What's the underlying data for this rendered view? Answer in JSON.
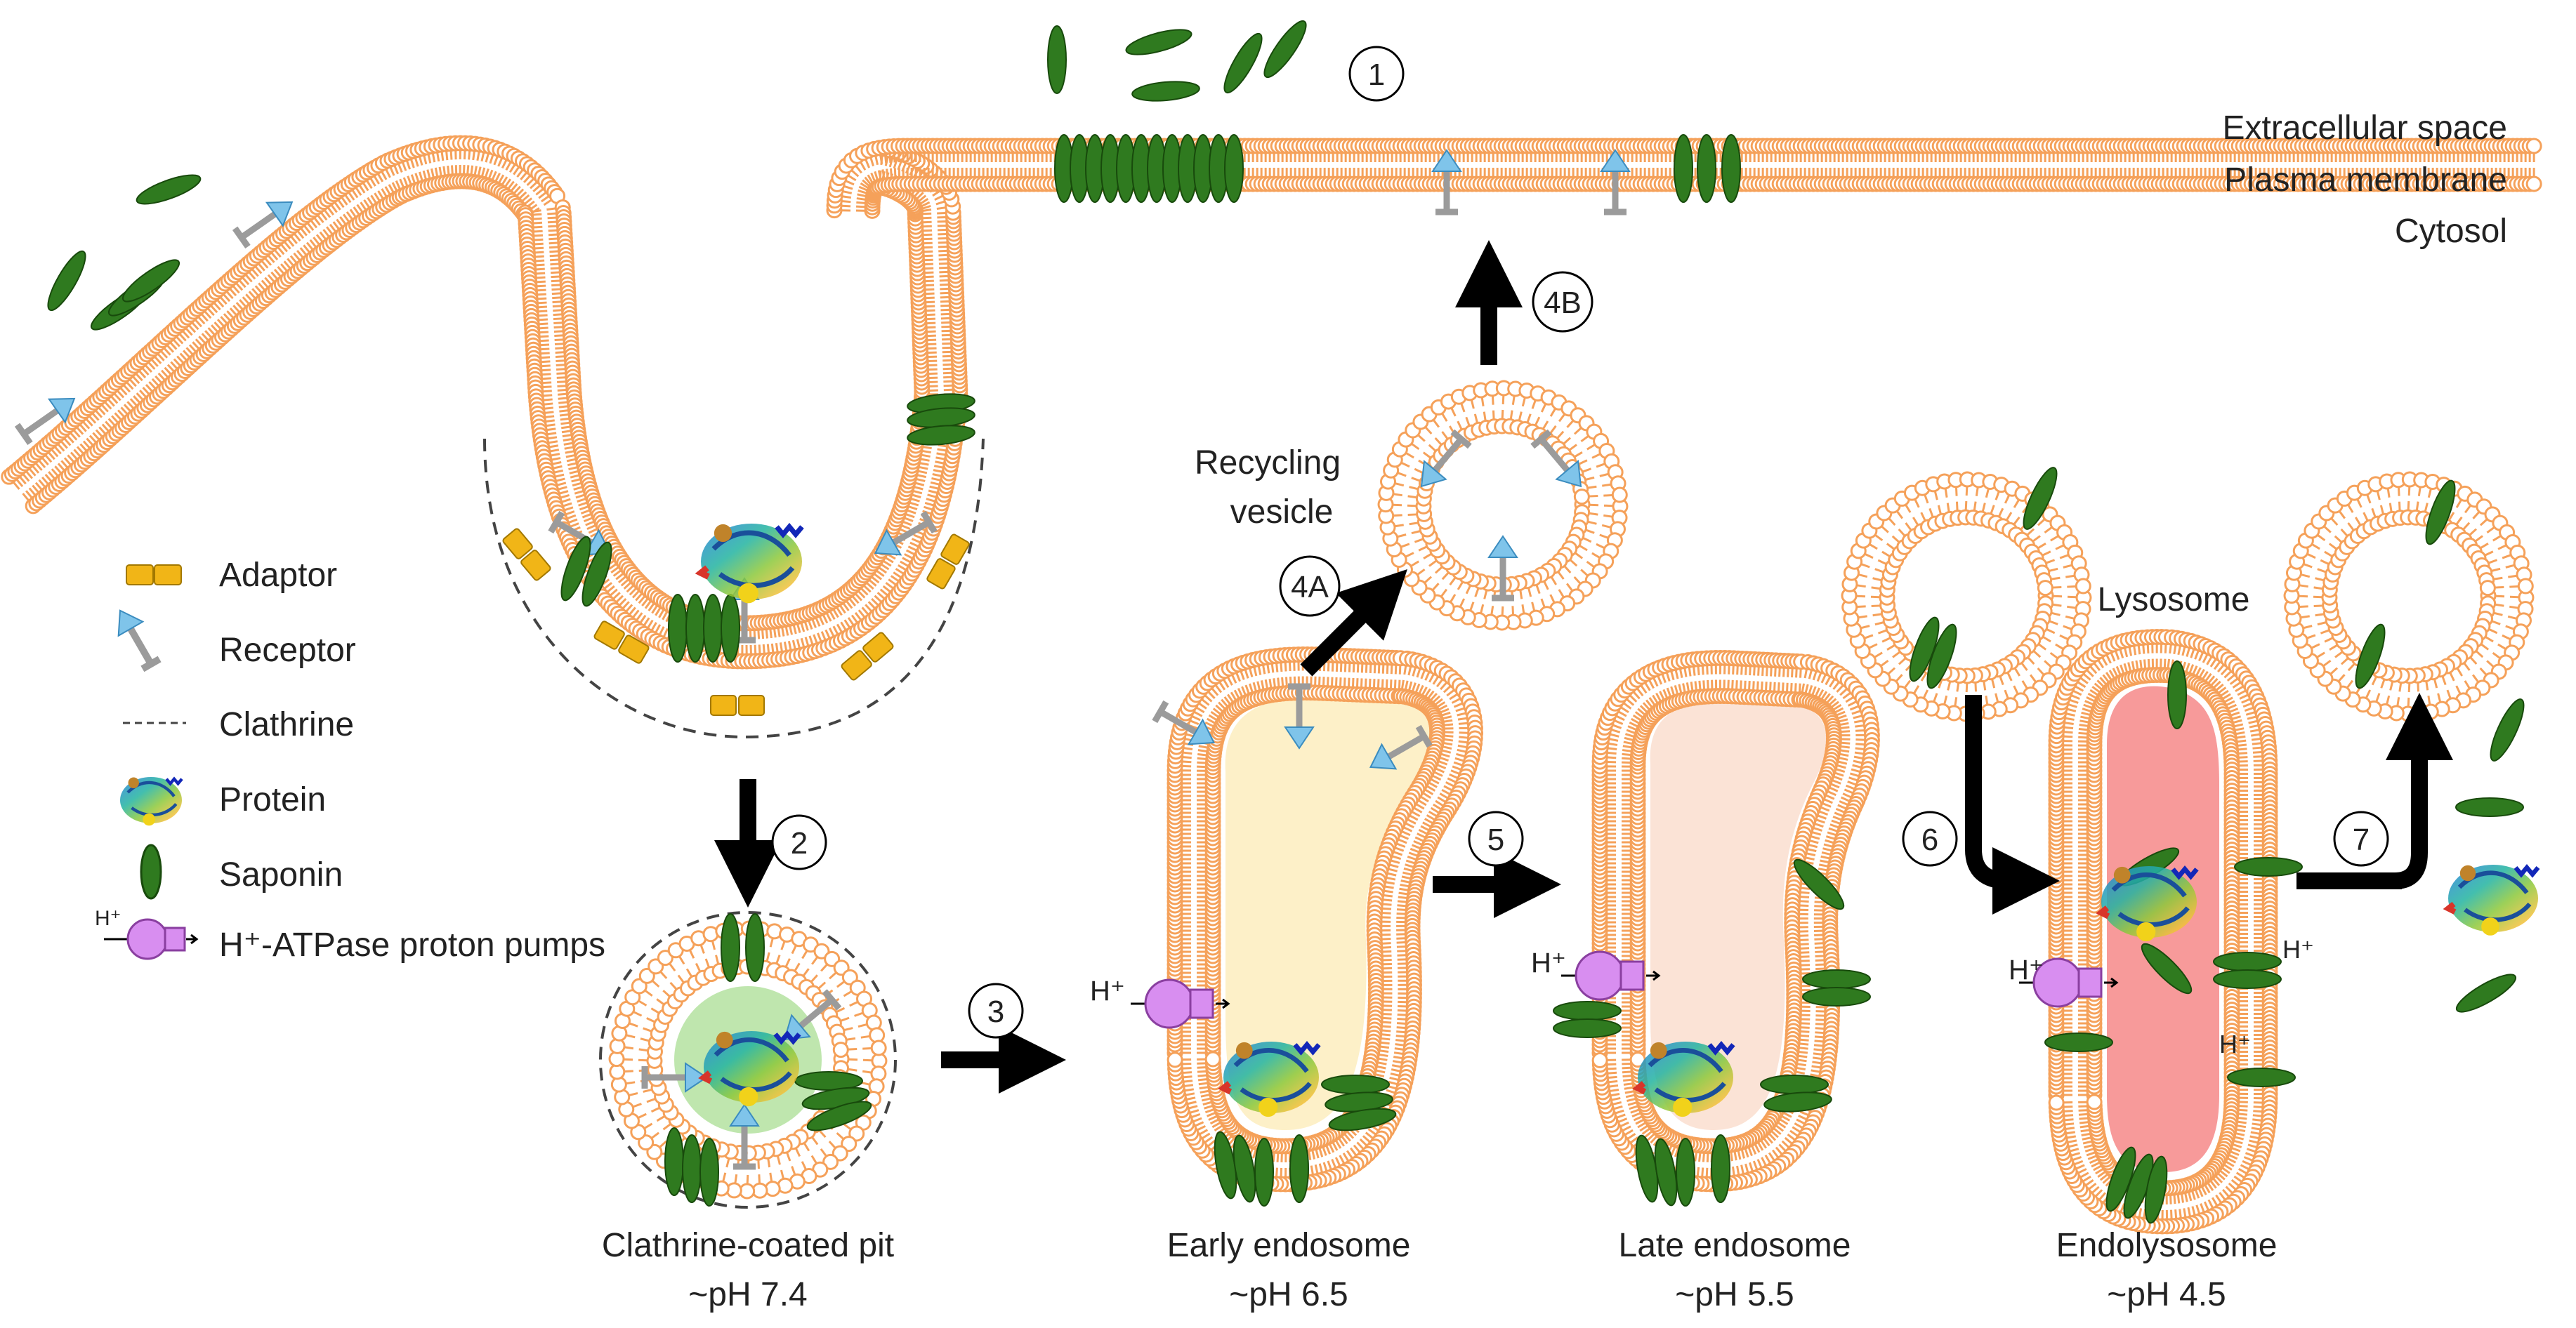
{
  "regions": {
    "extracellular": "Extracellular space",
    "plasma_membrane": "Plasma membrane",
    "cytosol": "Cytosol"
  },
  "legend": {
    "adaptor": "Adaptor",
    "receptor": "Receptor",
    "clathrine": "Clathrine",
    "protein": "Protein",
    "saponin": "Saponin",
    "proton_pump": "H⁺-ATPase proton pumps",
    "proton_symbol": "H⁺"
  },
  "steps": [
    "1",
    "2",
    "3",
    "4A",
    "4B",
    "5",
    "6",
    "7"
  ],
  "labels": {
    "recycling_vesicle_line1": "Recycling",
    "recycling_vesicle_line2": "vesicle",
    "lysosome": "Lysosome",
    "pit": "Clathrine-coated pit",
    "pit_ph": "~pH 7.4",
    "early": "Early endosome",
    "early_ph": "~pH 6.5",
    "late": "Late endosome",
    "late_ph": "~pH 5.5",
    "endolysosome": "Endolysosome",
    "endolysosome_ph": "~pH 4.5"
  },
  "colors": {
    "lipid": "#f5a15a",
    "saponin": "#2f7a1f",
    "saponin_stroke": "#184a0c",
    "adaptor": "#f1b517",
    "receptor_head": "#7fc4ea",
    "receptor_stem": "#9b9b9b",
    "pump": "#d88ef0",
    "early_lumen": "#fdf0c8",
    "late_lumen": "#fbe3d6",
    "endolysosome_lumen": "#f79a9a",
    "pit_lumen": "#a9dd93"
  }
}
